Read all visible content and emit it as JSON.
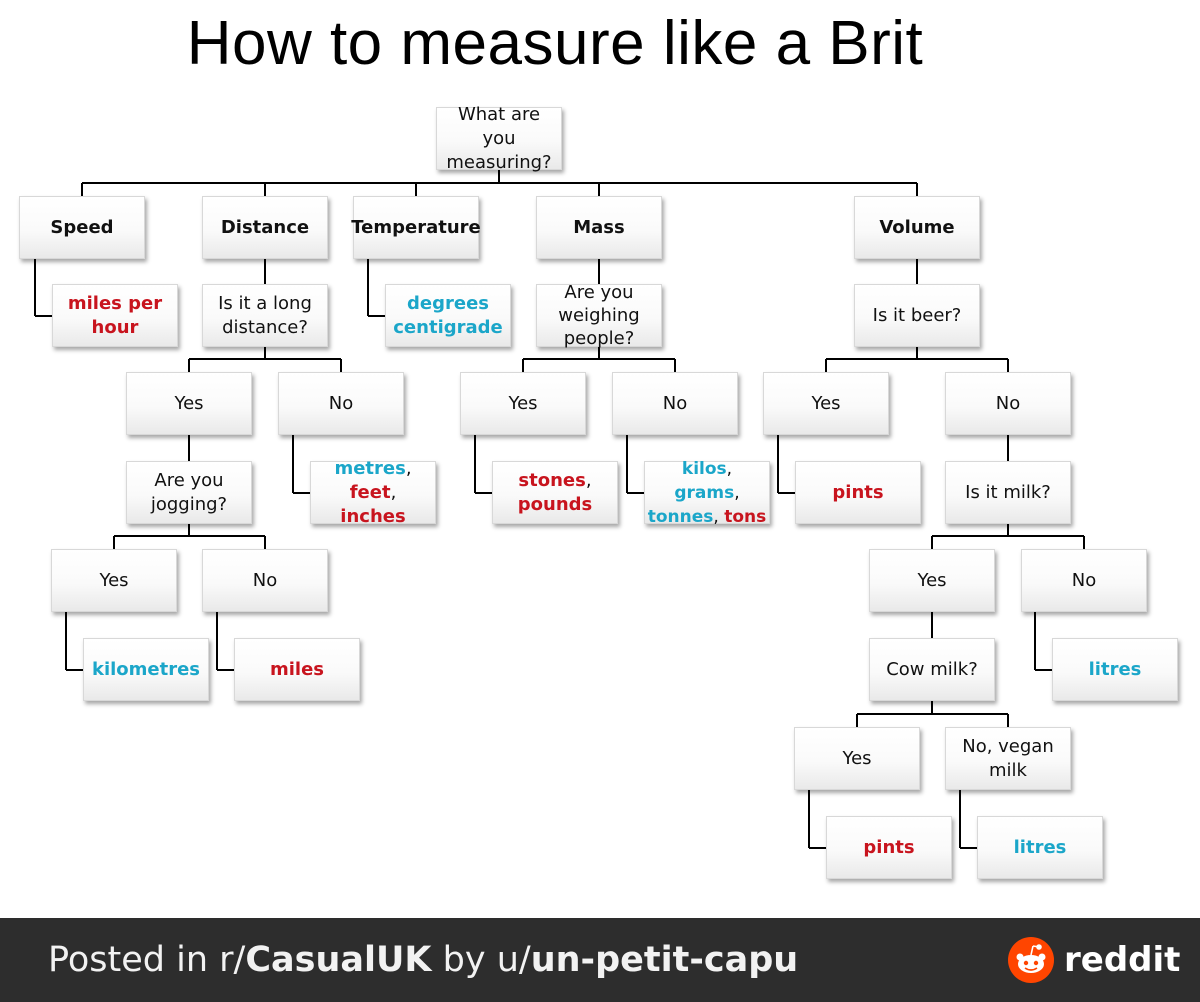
{
  "title": "How to measure like a Brit",
  "nodes": {
    "root": [
      "What are you",
      "measuring?"
    ],
    "speed": "Speed",
    "distance": "Distance",
    "temperature": "Temperature",
    "mass": "Mass",
    "volume": "Volume",
    "mph": [
      "miles per",
      "hour"
    ],
    "long_distance": [
      "Is it a long",
      "distance?"
    ],
    "degrees": [
      "degrees",
      "centigrade"
    ],
    "weighing_people": [
      "Are you",
      "weighing",
      "people?"
    ],
    "beer": "Is it beer?",
    "dist_yes": "Yes",
    "dist_no": "No",
    "mass_yes": "Yes",
    "mass_no": "No",
    "beer_yes": "Yes",
    "beer_no": "No",
    "jogging": [
      "Are you",
      "jogging?"
    ],
    "metric_dist": {
      "a": "metres",
      "b": "feet",
      "c": "inches",
      "sep": ","
    },
    "stones": {
      "a": "stones",
      "b": "pounds",
      "sep": ","
    },
    "kilos": {
      "a": "kilos",
      "b": "grams",
      "c": "tonnes",
      "d": "tons",
      "sep": ","
    },
    "pints_beer": "pints",
    "milk": "Is it milk?",
    "jog_yes": "Yes",
    "jog_no": "No",
    "kilometres": "kilometres",
    "miles": "miles",
    "milk_yes": "Yes",
    "milk_no": "No",
    "cow_milk": "Cow milk?",
    "litres_milk_no": "litres",
    "cow_yes": "Yes",
    "vegan": [
      "No, vegan",
      "milk"
    ],
    "pints_cow": "pints",
    "litres_vegan": "litres"
  },
  "footer": {
    "posted_prefix": "Posted in r/",
    "subreddit": "CasualUK",
    "by": " by u/",
    "user": "un-petit-capu",
    "brand": "reddit",
    "brand_icon": "reddit-alien-icon"
  },
  "colors": {
    "metric": "#1ba6c9",
    "imperial": "#c8141e",
    "footer_bg": "#2d2d2d",
    "reddit_orange": "#ff4500"
  }
}
